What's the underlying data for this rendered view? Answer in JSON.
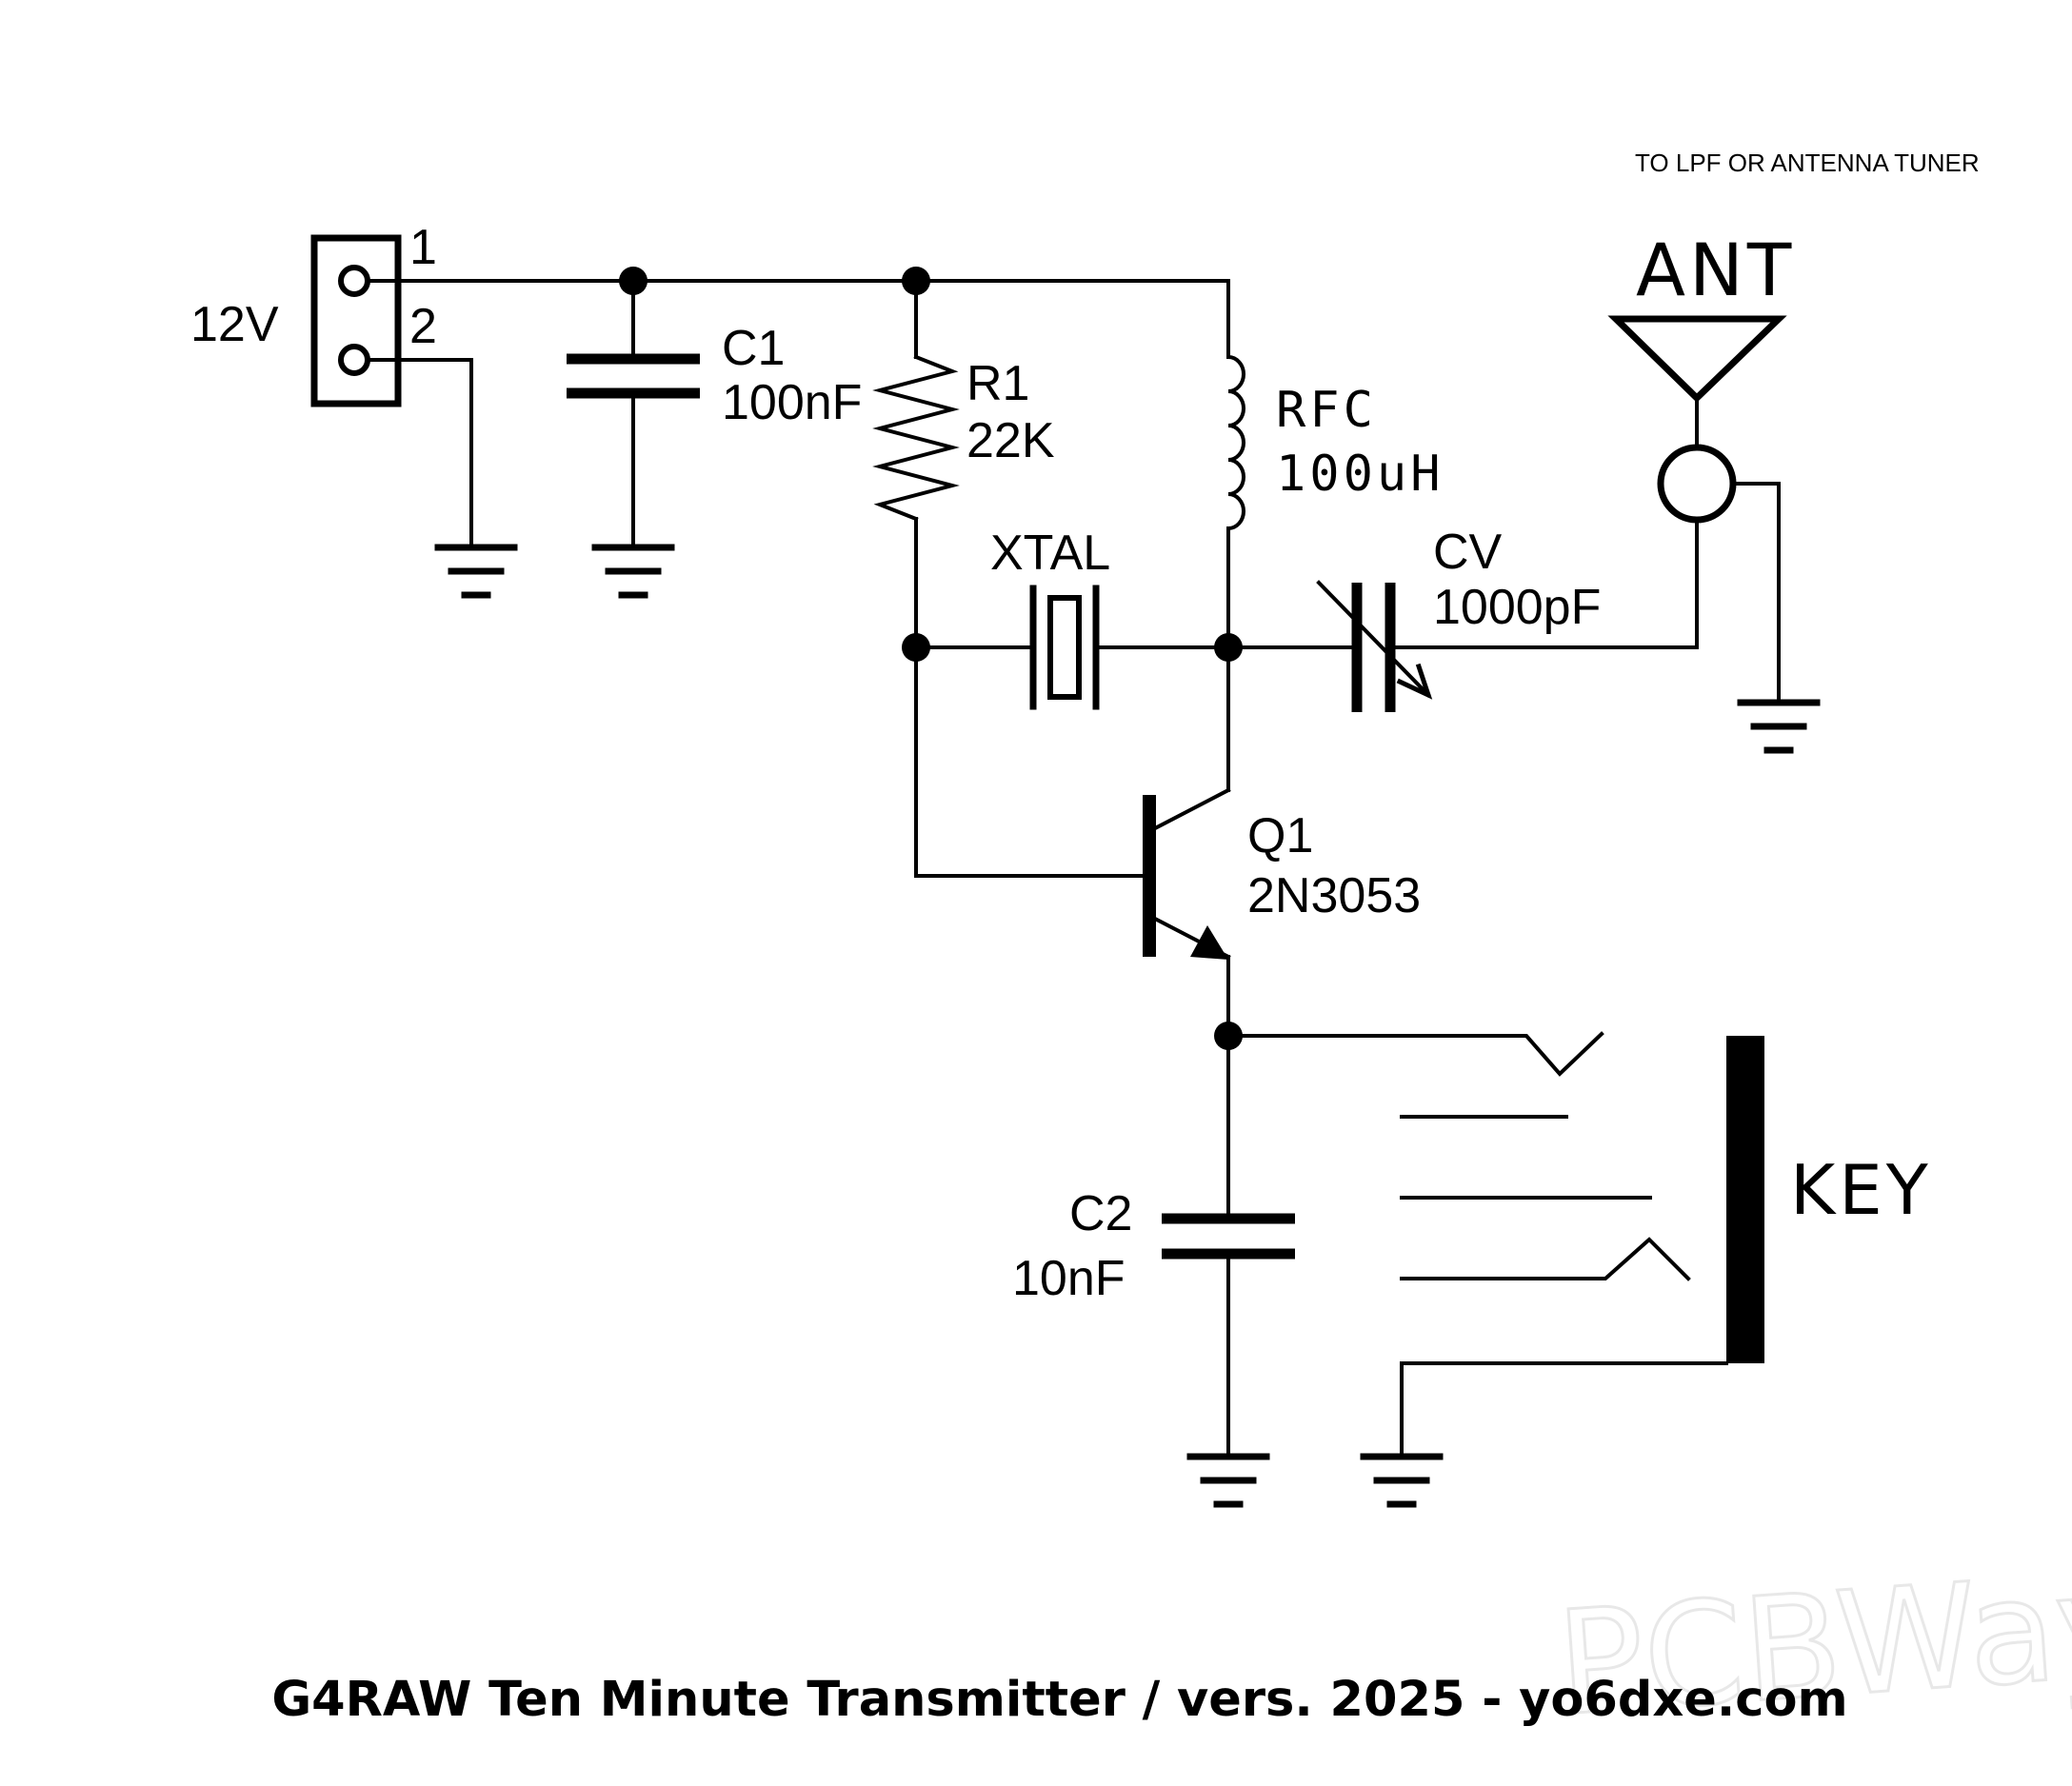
{
  "power": {
    "voltage": "12V",
    "pin1": "1",
    "pin2": "2"
  },
  "c1": {
    "ref": "C1",
    "value": "100nF"
  },
  "r1": {
    "ref": "R1",
    "value": "22K"
  },
  "rfc": {
    "ref": "RFC",
    "value": "100uH"
  },
  "xtal": {
    "ref": "XTAL"
  },
  "cv": {
    "ref": "CV",
    "value": "1000pF"
  },
  "q1": {
    "ref": "Q1",
    "value": "2N3053"
  },
  "c2": {
    "ref": "C2",
    "value": "10nF"
  },
  "antenna": {
    "label": "ANT",
    "note": "TO LPF OR ANTENNA TUNER"
  },
  "key": {
    "label": "KEY"
  },
  "footer": {
    "title": "G4RAW Ten Minute Transmitter / vers. 2025 - yo6dxe.com"
  },
  "watermark": {
    "text": "PCBWay"
  }
}
